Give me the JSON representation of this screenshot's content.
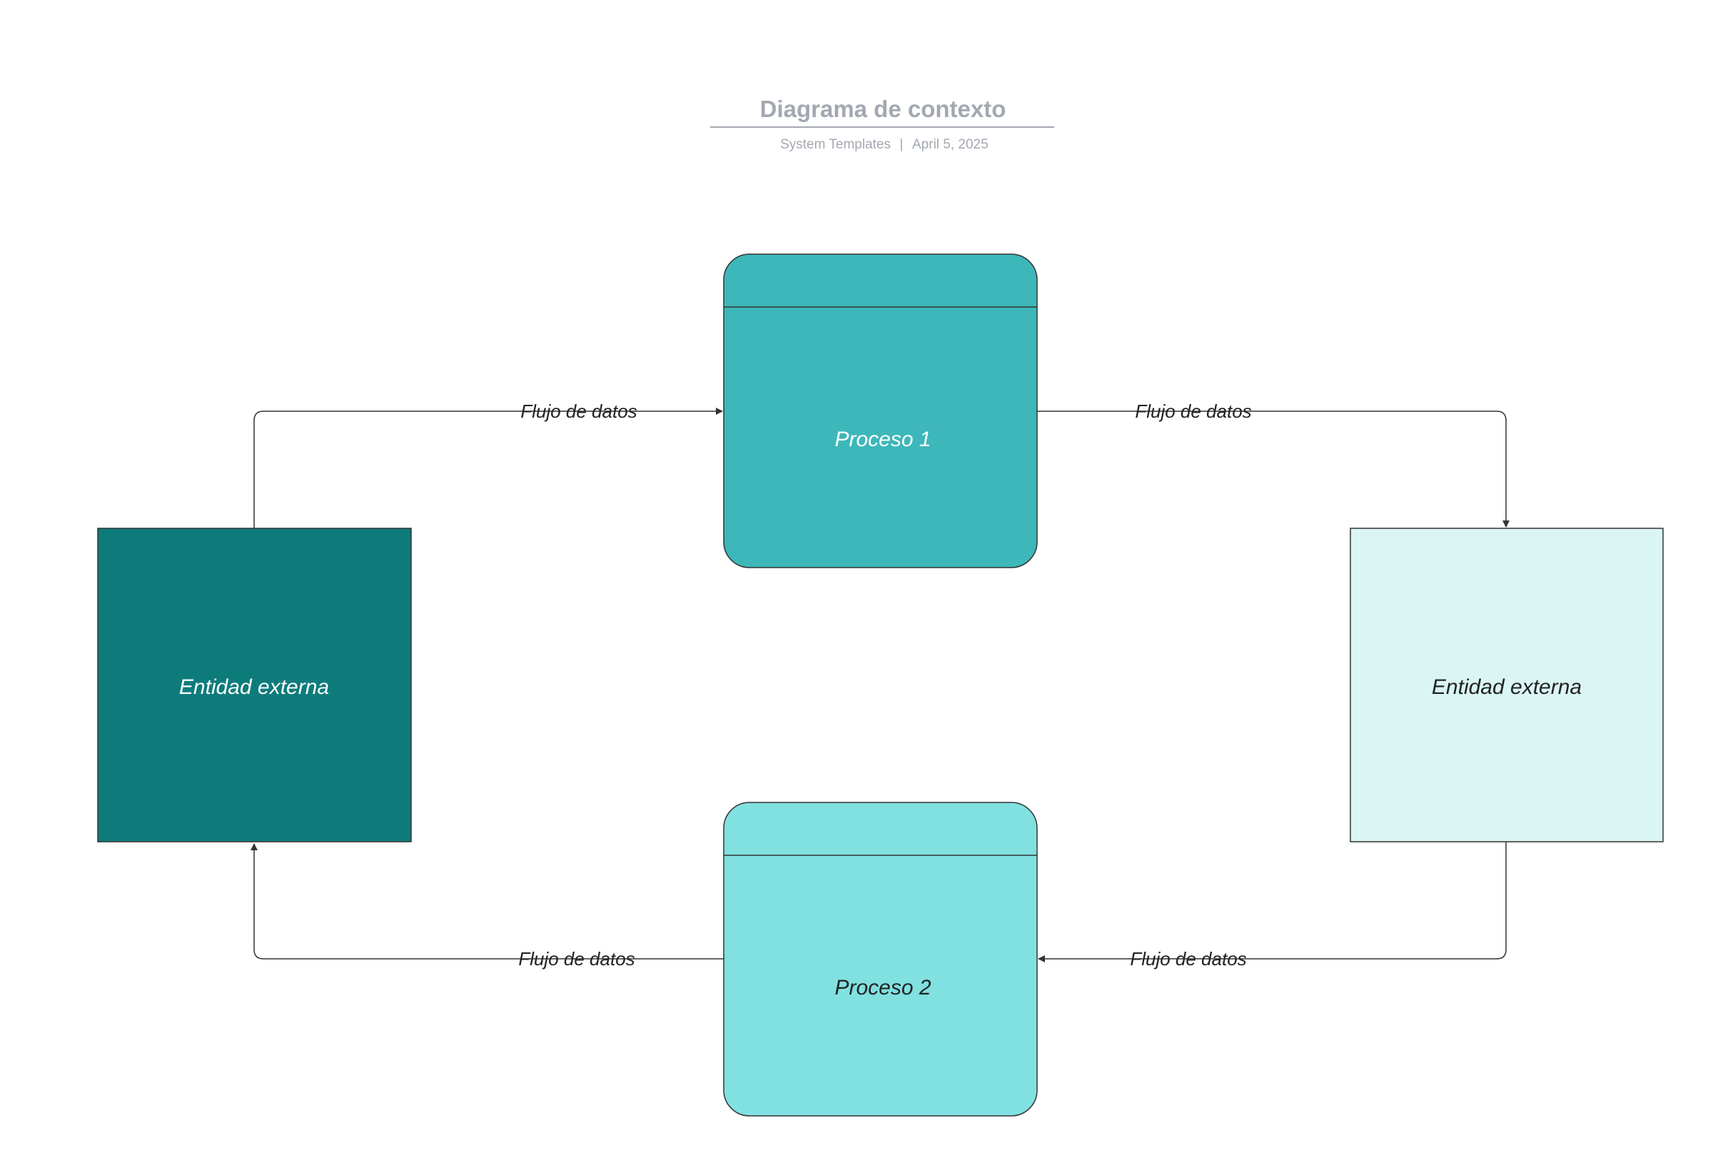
{
  "header": {
    "title": "Diagrama de contexto",
    "source": "System Templates",
    "separator": "|",
    "date": "April 5, 2025",
    "title_color": "#a3a8b1"
  },
  "nodes": {
    "entity_left": {
      "label": "Entidad externa",
      "fill": "#0e7b7b",
      "text_color": "#ffffff"
    },
    "entity_right": {
      "label": "Entidad externa",
      "fill": "#daf5f3",
      "text_color": "#222222"
    },
    "process_1": {
      "label": "Proceso 1",
      "fill": "#3db7b9",
      "text_color": "#ffffff"
    },
    "process_2": {
      "label": "Proceso 2",
      "fill": "#81e0e0",
      "text_color": "#222222"
    }
  },
  "edges": {
    "left_to_p1": {
      "label": "Flujo de datos"
    },
    "p1_to_right": {
      "label": "Flujo de datos"
    },
    "p2_to_left": {
      "label": "Flujo de datos"
    },
    "right_to_p2": {
      "label": "Flujo de datos"
    }
  },
  "colors": {
    "stroke": "#333333",
    "text_dark": "#222222"
  }
}
